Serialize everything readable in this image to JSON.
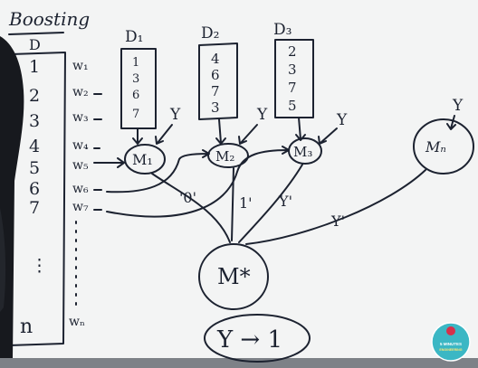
{
  "board": {
    "title": "Boosting",
    "dataset_header": "D",
    "rows": [
      "1",
      "2",
      "3",
      "4",
      "5",
      "6",
      "7",
      "⋮",
      "n"
    ],
    "weights": [
      "w₁",
      "w₂",
      "w₃",
      "w₄",
      "w₅",
      "w₆",
      "w₇",
      "wₙ"
    ],
    "subsets": [
      {
        "label": "D₁",
        "values": [
          "1",
          "3",
          "6",
          "7"
        ]
      },
      {
        "label": "D₂",
        "values": [
          "4",
          "6",
          "7",
          "3"
        ]
      },
      {
        "label": "D₃",
        "values": [
          "2",
          "3",
          "7",
          "5"
        ]
      }
    ],
    "target_label": "Y",
    "models": [
      "M₁",
      "M₂",
      "M₃",
      "Mₙ"
    ],
    "model_outputs": [
      "'0'",
      "1'",
      "Y'",
      "Y'"
    ],
    "final_model": "M*",
    "final_output": "Y → 1"
  },
  "badge": {
    "line1": "5 MINUTES",
    "line2": "ENGINEERING"
  },
  "colors": {
    "whiteboard": "#f3f4f4",
    "ink": "#1c2230",
    "badge": "#3bb7c4",
    "badge_accent": "#d6304a"
  }
}
